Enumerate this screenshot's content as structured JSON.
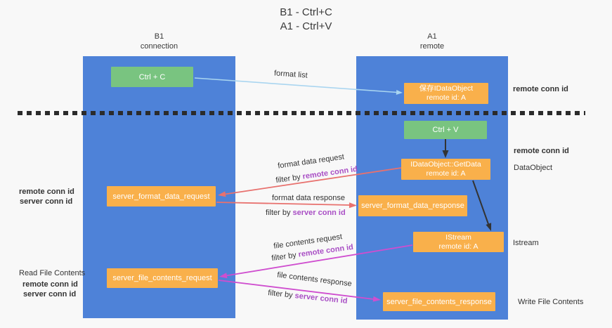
{
  "title": {
    "line1": "B1 - Ctrl+C",
    "line2": "A1 - Ctrl+V"
  },
  "lanes": {
    "left": {
      "name": "B1",
      "role": "connection"
    },
    "right": {
      "name": "A1",
      "role": "remote"
    }
  },
  "nodes": {
    "ctrl_c": {
      "label": "Ctrl + C"
    },
    "save_dataobject": {
      "line1": "保存IDataObject",
      "line2": "remote id: A"
    },
    "ctrl_v": {
      "label": "Ctrl + V"
    },
    "getdata": {
      "line1": "IDataObject::GetData",
      "line2": "remote id: A"
    },
    "istream": {
      "line1": "IStream",
      "line2": "remote id: A"
    },
    "format_request": {
      "label": "server_format_data_request"
    },
    "format_response": {
      "label": "server_format_data_response"
    },
    "file_request": {
      "label": "server_file_contents_request"
    },
    "file_response": {
      "label": "server_file_contents_response"
    }
  },
  "edge_labels": {
    "format_list": "format list",
    "format_data_request": "format data request",
    "filter_remote_1": {
      "prefix": "filter by ",
      "value": "remote conn id"
    },
    "format_data_response": "format data response",
    "filter_server_1": {
      "prefix": "filter by ",
      "value": "server conn id"
    },
    "file_contents_request": "file contents request",
    "filter_remote_2": {
      "prefix": "filter by ",
      "value": "remote conn id"
    },
    "file_contents_response": "file contents response",
    "filter_server_2": {
      "prefix": "filter by ",
      "value": "server conn id"
    }
  },
  "annotations": {
    "right": {
      "remote_conn_id_top": "remote conn id",
      "remote_conn_id_mid": "remote conn id",
      "dataobject": "DataObject",
      "istream": "Istream",
      "write_file_contents": "Write File Contents"
    },
    "left": {
      "remote_conn_id_mid": "remote conn id",
      "server_conn_id_mid": "server conn id",
      "read_file_contents": "Read File Contents",
      "remote_conn_id_bottom": "remote conn id",
      "server_conn_id_bottom": "server conn id"
    }
  },
  "colors": {
    "lane_blue": "#4E82D8",
    "box_orange": "#F9B04B",
    "box_green": "#79C480",
    "arrow_lightblue": "#A9D5F0",
    "arrow_salmon": "#E8716E",
    "arrow_magenta": "#CF4ECF",
    "arrow_black": "#333333",
    "text_purple": "#A94FC5",
    "text_green": "#5FBB64",
    "text_dark": "#3A3A3A",
    "dash_black": "#2B2B2B",
    "background": "#F8F8F8"
  }
}
